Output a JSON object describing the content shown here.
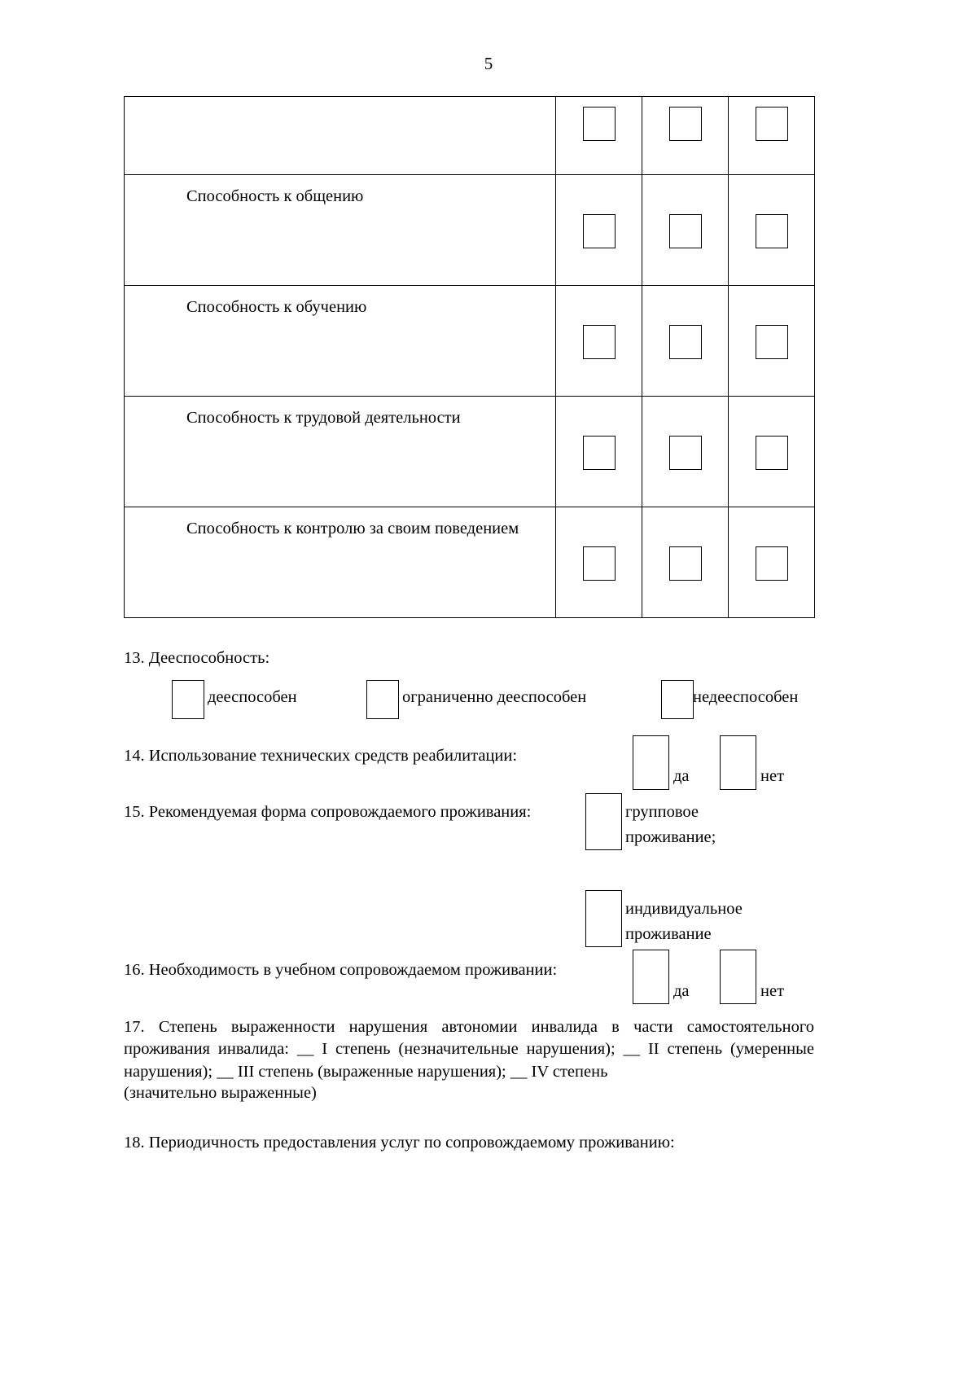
{
  "document": {
    "page_number": "5"
  },
  "ability_table": {
    "rows": [
      {
        "label": "",
        "marks": [
          "",
          "",
          ""
        ]
      },
      {
        "label": "Способность к общению",
        "marks": [
          "",
          "",
          ""
        ]
      },
      {
        "label": "Способность к обучению",
        "marks": [
          "",
          "",
          ""
        ]
      },
      {
        "label": "Способность к трудовой деятельности",
        "marks": [
          "",
          "",
          ""
        ]
      },
      {
        "label": "Способность к контролю за своим поведением",
        "marks": [
          "",
          "",
          ""
        ]
      }
    ]
  },
  "sections": {
    "s13": {
      "title": "13. Дееспособность:",
      "options": [
        {
          "label": "дееспособен"
        },
        {
          "label": "ограниченно дееспособен"
        },
        {
          "label": "недееспособен"
        }
      ]
    },
    "s14": {
      "title": "14. Использование технических средств реабилитации:",
      "yes": "да",
      "no": "нет"
    },
    "s15": {
      "title": "15. Рекомендуемая форма сопровождаемого проживания:",
      "option_group_line1": "групповое",
      "option_group_line2": "проживание;",
      "option_individual_line1": "индивидуальное",
      "option_individual_line2": "проживание"
    },
    "s16": {
      "title": "16. Необходимость в учебном сопровождаемом проживании:",
      "yes": "да",
      "no": "нет"
    },
    "s17": {
      "text": "17. Степень выраженности нарушения автономии инвалида в части самостоятельного проживания инвалида: __ I степень (незначительные нарушения); __ II степень (умеренные нарушения); __ III степень (выраженные нарушения); __ IV степень",
      "last_line": "(значительно выраженные)"
    },
    "s18": {
      "title": "18. Периодичность предоставления услуг по сопровождаемому проживанию:"
    }
  }
}
